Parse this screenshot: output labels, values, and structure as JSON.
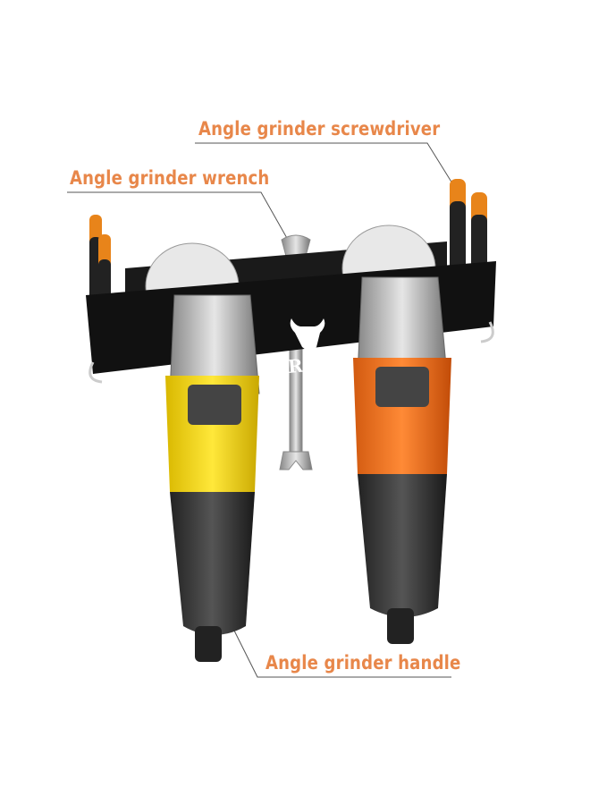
{
  "callouts": {
    "screwdriver": "Angle grinder screwdriver",
    "wrench": "Angle grinder wrench",
    "handle": "Angle grinder handle"
  },
  "rack": {
    "engraving": "GRINDERS",
    "emblem": "bull-head-icon"
  },
  "colors": {
    "label": "#e8874a",
    "leader": "#555555",
    "rack": "#111111",
    "grinder_left": "#f2d51a",
    "grinder_right": "#f07a22",
    "tool_handle": "#f08a1c"
  }
}
